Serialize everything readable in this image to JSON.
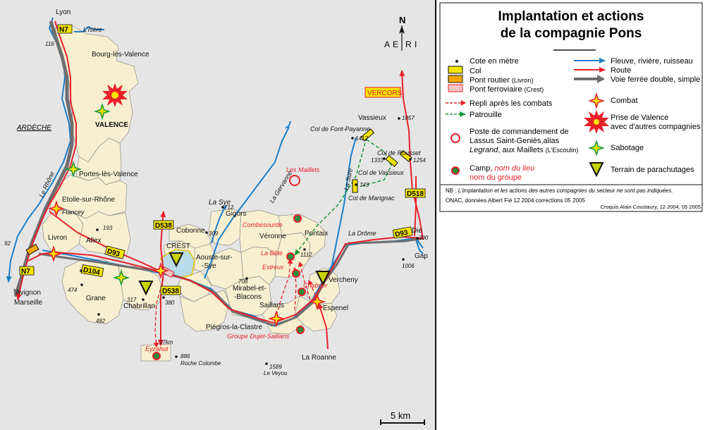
{
  "legend": {
    "title_line1": "Implantation et actions",
    "title_line2": "de la compagnie Pons",
    "items_left": [
      {
        "key": "cote",
        "label": "Cote en mètre"
      },
      {
        "key": "col",
        "label": "Col"
      },
      {
        "key": "pont_routier",
        "label": "Pont routier",
        "sub": "(Livron)"
      },
      {
        "key": "pont_ferroviaire",
        "label": "Pont ferroviaire",
        "sub": "(Crest)"
      },
      {
        "key": "repli",
        "label": "Repli après les combats"
      },
      {
        "key": "patrouille",
        "label": "Patrouille"
      },
      {
        "key": "pc",
        "label1": "Poste de commandement de",
        "label2": "Lassus Saint-Geniès,alias",
        "label3a": "Legrand",
        "label3b": ", aux Maillets",
        "label3c": "(L'Escoulin)"
      },
      {
        "key": "camp",
        "label1": "Camp, ",
        "label1b": "nom du lieu",
        "label2": "nom du groupe"
      }
    ],
    "items_right": [
      {
        "key": "fleuve",
        "label": "Fleuve, rivière, ruisseau"
      },
      {
        "key": "route",
        "label": "Route"
      },
      {
        "key": "voie_ferree",
        "label": "Voie ferrée double, simple"
      },
      {
        "key": "combat",
        "label": "Combat"
      },
      {
        "key": "prise",
        "label1": "Prise de Valence",
        "label2": "avec d'autres compagnies"
      },
      {
        "key": "sabotage",
        "label": "Sabotage"
      },
      {
        "key": "parachutage",
        "label": "Terrain de parachutages"
      }
    ],
    "note_prefix": "NB : ",
    "note": "L'implantation et les actions des autres compagnies du secteur ne sont pas indiquées.",
    "source": "ONAC, données Albert Fié 12 2004 corrections 05 2005",
    "credit": "Croquis Alain Coustaury, 12 2004, 05 2005"
  },
  "colors": {
    "water": "#1e7fc8",
    "road": "#e8202a",
    "rail": "#6e6e6e",
    "commune": "#f7efcf",
    "sea": "#e5e5e5",
    "col": "#f3e400",
    "parachute": "#c8d400",
    "camp": "#2a8a3e",
    "patrol": "#1a9a3a"
  },
  "map": {
    "north_letter": "N",
    "compass": {
      "west": "A",
      "mid": "E",
      "south": "R",
      "east": "I"
    },
    "scale": "5 km",
    "towns": [
      {
        "id": "lyon",
        "name": "Lyon"
      },
      {
        "id": "bourg",
        "name": "Bourg-lès-Valence"
      },
      {
        "id": "valence",
        "name": "VALENCE"
      },
      {
        "id": "portes",
        "name": "Portes-lès-Valence"
      },
      {
        "id": "etoile",
        "name": "Etoile-sur-Rhône"
      },
      {
        "id": "livron",
        "name": "Livron"
      },
      {
        "id": "allex",
        "name": "Allex"
      },
      {
        "id": "grane",
        "name": "Grane"
      },
      {
        "id": "chabrillan",
        "name": "Chabrillan"
      },
      {
        "id": "cobonne",
        "name": "Cobonne"
      },
      {
        "id": "crest",
        "name": "CREST"
      },
      {
        "id": "aouste1",
        "name": "Aouste-sur-"
      },
      {
        "id": "aouste2",
        "name": "-Sye"
      },
      {
        "id": "lasye",
        "name": "La Sye"
      },
      {
        "id": "gigors",
        "name": "Gigors"
      },
      {
        "id": "mirabel1",
        "name": "Mirabel-et-"
      },
      {
        "id": "mirabel2",
        "name": "-Blacons"
      },
      {
        "id": "saillans",
        "name": "Saillans"
      },
      {
        "id": "piegros",
        "name": "Piégros-la-Clastre"
      },
      {
        "id": "veronne",
        "name": "Véronne"
      },
      {
        "id": "pontaix",
        "name": "Pontaix"
      },
      {
        "id": "vercheny",
        "name": "Vercheny"
      },
      {
        "id": "espenel",
        "name": "Espenel"
      },
      {
        "id": "die",
        "name": "Die"
      },
      {
        "id": "gap",
        "name": "Gap"
      },
      {
        "id": "vassieux",
        "name": "Vassieux"
      },
      {
        "id": "avignon",
        "name": "Avignon"
      },
      {
        "id": "marseille",
        "name": "Marseille"
      },
      {
        "id": "laroanne",
        "name": "La Roanne"
      },
      {
        "id": "rochecolombe",
        "name": "Roche Colombe"
      },
      {
        "id": "leveyou",
        "name": "Le Veyou"
      }
    ],
    "italic_labels": [
      {
        "id": "isere",
        "name": "L'Isère"
      },
      {
        "id": "rhone",
        "name": "Le Rhône"
      },
      {
        "id": "fiancey",
        "name": "Fiancey"
      },
      {
        "id": "gervanne",
        "name": "La Gervanne"
      },
      {
        "id": "sure",
        "name": "La Sure"
      },
      {
        "id": "drome",
        "name": "La Drôme"
      },
      {
        "id": "fontpayanne",
        "name": "Col de Font-Payanne"
      },
      {
        "id": "rousset1",
        "name": "Col de Rousset"
      },
      {
        "id": "vassieuxcol",
        "name": "Col de Vassieux"
      },
      {
        "id": "marignac",
        "name": "Col de Marignac"
      }
    ],
    "region_labels": [
      {
        "id": "ardeche",
        "name": "ARDÈCHE"
      },
      {
        "id": "vercors",
        "name": "VERCORS"
      }
    ],
    "red_labels": [
      {
        "id": "maillets",
        "name": "Les Maillets"
      },
      {
        "id": "combesourde",
        "name": "Combesourde"
      },
      {
        "id": "labete",
        "name": "La Bête"
      },
      {
        "id": "estreux",
        "name": "Estreux"
      },
      {
        "id": "chabrier",
        "name": "Chabrier"
      },
      {
        "id": "dujet",
        "name": "Groupe Dujet-Saillans"
      },
      {
        "id": "eyzahut",
        "name": "Eyzahut"
      }
    ],
    "roads": [
      {
        "id": "n7a",
        "name": "N7"
      },
      {
        "id": "n7b",
        "name": "N7"
      },
      {
        "id": "d93a",
        "name": "D93"
      },
      {
        "id": "d104",
        "name": "D104"
      },
      {
        "id": "d538a",
        "name": "D538"
      },
      {
        "id": "d538b",
        "name": "D538"
      },
      {
        "id": "d93b",
        "name": "D93"
      },
      {
        "id": "d518",
        "name": "D518"
      }
    ],
    "elevations": [
      {
        "id": "e116",
        "value": "116"
      },
      {
        "id": "e92",
        "value": "92"
      },
      {
        "id": "e193",
        "value": "193"
      },
      {
        "id": "e474",
        "value": "474"
      },
      {
        "id": "e482",
        "value": "482"
      },
      {
        "id": "e317",
        "value": "317"
      },
      {
        "id": "e380",
        "value": "380"
      },
      {
        "id": "e712",
        "value": "712"
      },
      {
        "id": "e309",
        "value": "309"
      },
      {
        "id": "e708",
        "value": "708"
      },
      {
        "id": "e1112",
        "value": "1112"
      },
      {
        "id": "e1412",
        "value": "1412"
      },
      {
        "id": "e1333",
        "value": "1333"
      },
      {
        "id": "e1254",
        "value": "1254"
      },
      {
        "id": "e743",
        "value": "743"
      },
      {
        "id": "e1057",
        "value": "1057"
      },
      {
        "id": "e390",
        "value": "390"
      },
      {
        "id": "e1006",
        "value": "1006"
      },
      {
        "id": "e886",
        "value": "886"
      },
      {
        "id": "e1589",
        "value": "1589"
      },
      {
        "id": "e17km",
        "value": "17km"
      }
    ]
  }
}
